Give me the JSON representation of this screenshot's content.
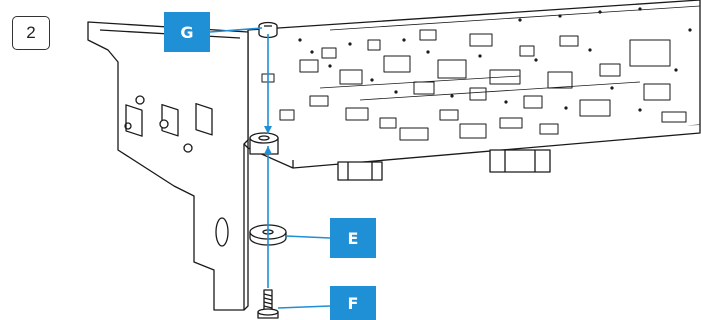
{
  "step": {
    "number": "2"
  },
  "callouts": {
    "g": {
      "label": "G"
    },
    "e": {
      "label": "E"
    },
    "f": {
      "label": "F"
    }
  },
  "colors": {
    "callout_fill": "#1f8fd6",
    "leader_line": "#1f8fd6",
    "line_art": "#1a1a1a"
  },
  "icons": {
    "step_badge": "numbered-step-box",
    "screw": "screw-icon",
    "washer": "washer-icon",
    "bracket": "pci-bracket",
    "board": "circuit-board"
  }
}
